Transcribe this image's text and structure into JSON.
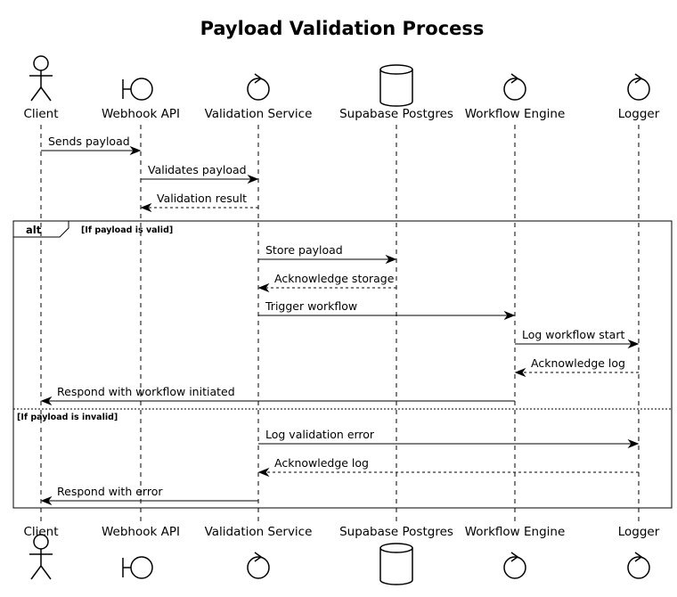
{
  "title": "Payload Validation Process",
  "participants": [
    {
      "name": "Client",
      "kind": "actor"
    },
    {
      "name": "Webhook API",
      "kind": "boundary"
    },
    {
      "name": "Validation Service",
      "kind": "control"
    },
    {
      "name": "Supabase Postgres",
      "kind": "database"
    },
    {
      "name": "Workflow Engine",
      "kind": "control"
    },
    {
      "name": "Logger",
      "kind": "control"
    }
  ],
  "messages": [
    {
      "from": 0,
      "to": 1,
      "label": "Sends payload",
      "style": "solid"
    },
    {
      "from": 1,
      "to": 2,
      "label": "Validates payload",
      "style": "solid"
    },
    {
      "from": 2,
      "to": 1,
      "label": "Validation result",
      "style": "dashed"
    },
    {
      "from": 2,
      "to": 3,
      "label": "Store payload",
      "style": "solid"
    },
    {
      "from": 3,
      "to": 2,
      "label": "Acknowledge storage",
      "style": "dashed"
    },
    {
      "from": 2,
      "to": 4,
      "label": "Trigger workflow",
      "style": "solid"
    },
    {
      "from": 4,
      "to": 5,
      "label": "Log workflow start",
      "style": "solid"
    },
    {
      "from": 5,
      "to": 4,
      "label": "Acknowledge log",
      "style": "dashed"
    },
    {
      "from": 4,
      "to": 0,
      "label": "Respond with workflow initiated",
      "style": "solid"
    },
    {
      "from": 2,
      "to": 5,
      "label": "Log validation error",
      "style": "solid"
    },
    {
      "from": 5,
      "to": 2,
      "label": "Acknowledge log",
      "style": "dashed"
    },
    {
      "from": 2,
      "to": 0,
      "label": "Respond with error",
      "style": "solid"
    }
  ],
  "fragment": {
    "operator": "alt",
    "guards": [
      "[If payload is valid]",
      "[If payload is invalid]"
    ]
  }
}
